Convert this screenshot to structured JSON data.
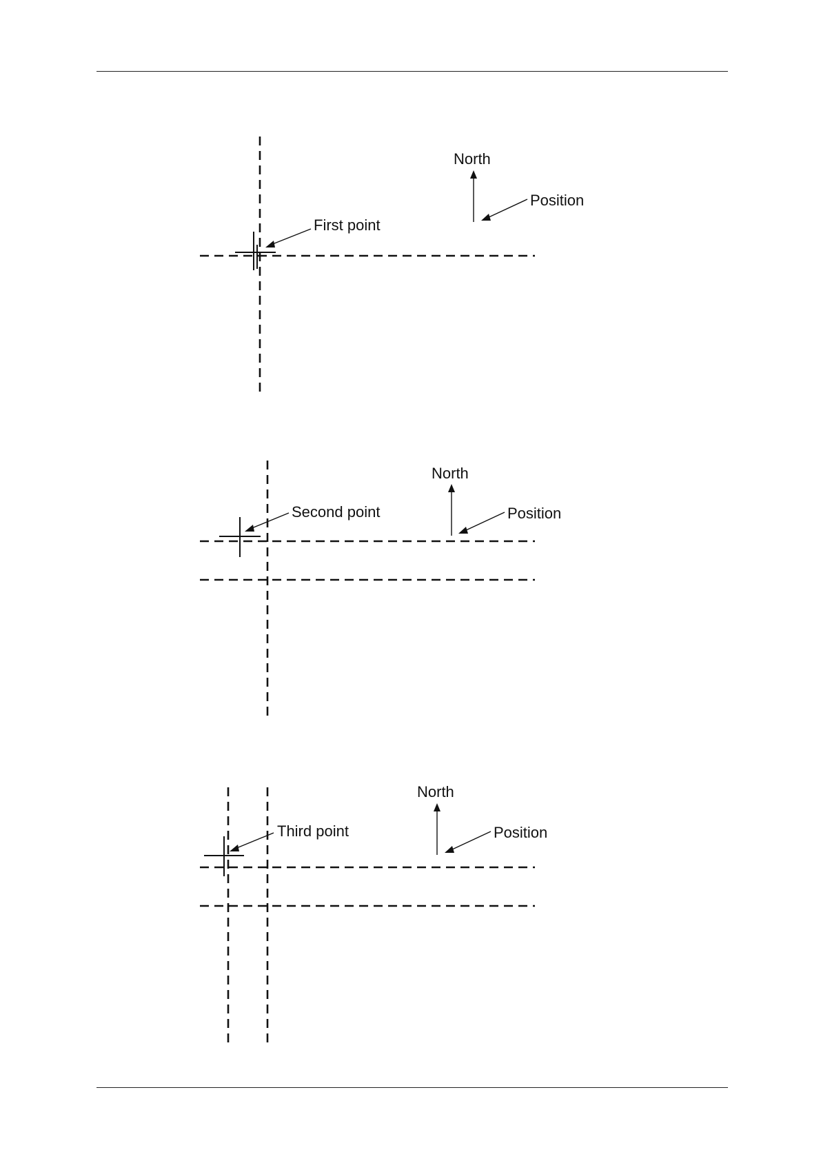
{
  "panels": [
    {
      "point_label": "First point",
      "north_label": "North",
      "position_label": "Position"
    },
    {
      "point_label": "Second point",
      "north_label": "North",
      "position_label": "Position"
    },
    {
      "point_label": "Third point",
      "north_label": "North",
      "position_label": "Position"
    }
  ]
}
